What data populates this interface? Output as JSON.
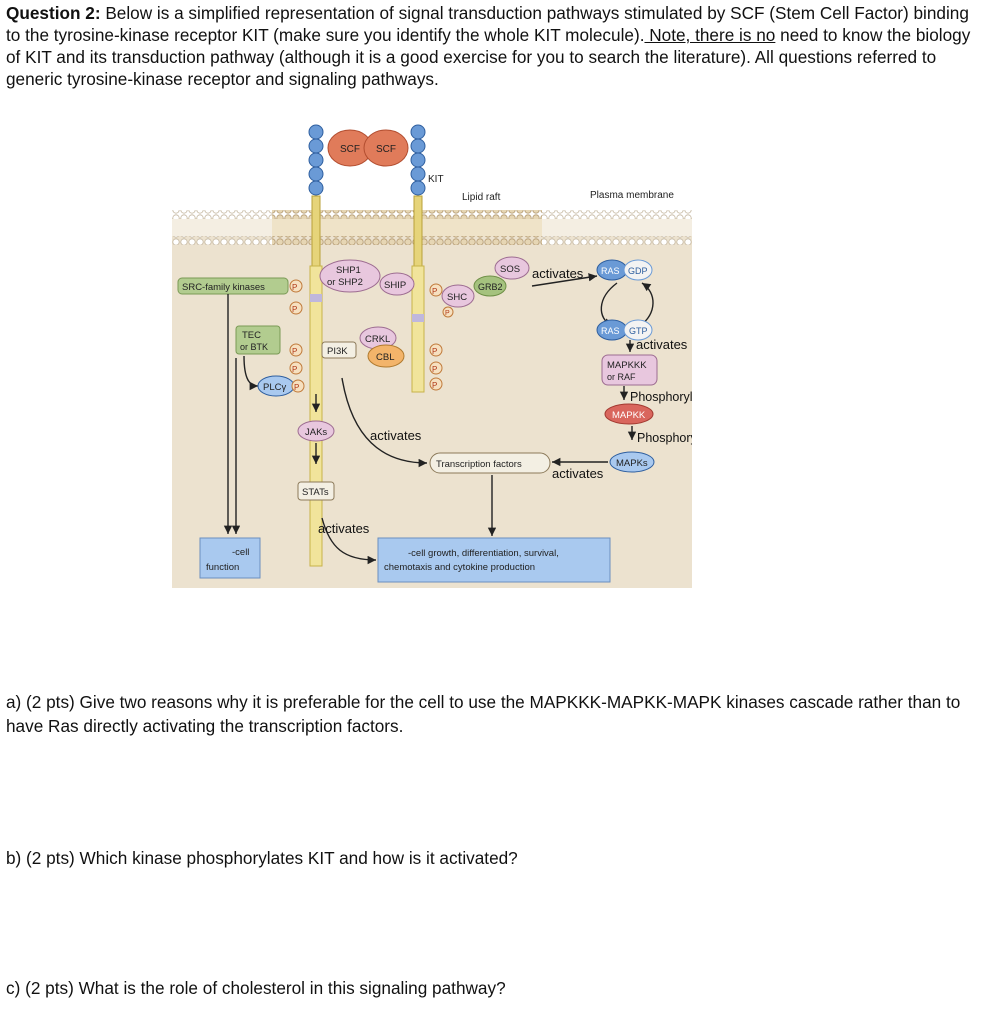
{
  "question": {
    "label": "Question 2:",
    "intro_a": " Below is a simplified representation of signal transduction pathways stimulated by SCF (Stem Cell Factor) binding to the tyrosine-kinase receptor KIT (make sure you identify the whole KIT molecule).",
    "note": " Note, there is no",
    "intro_b": " need to know the biology of KIT and its transduction pathway (although it is a good exercise for you to search the literature). All questions referred to generic tyrosine-kinase receptor and signaling pathways."
  },
  "figure": {
    "labels": {
      "scf_left": "SCF",
      "scf_right": "SCF",
      "kit": "KIT",
      "lipid_raft": "Lipid raft",
      "plasma_membrane": "Plasma membrane",
      "src_family": "SRC-family kinases",
      "p": "P",
      "shp1": "SHP1",
      "or_shp2": "or SHP2",
      "ship": "SHIP",
      "shc": "SHC",
      "sos": "SOS",
      "grb2": "GRB2",
      "ras_gdp_ras": "RAS",
      "gdp": "GDP",
      "ras_gtp_ras": "RAS",
      "gtp": "GTP",
      "tec": "TEC",
      "or_btk": "or BTK",
      "crkl": "CRKL",
      "cbl": "CBL",
      "pi3k": "PI3K",
      "plcy": "PLCγ",
      "jaks": "JAKs",
      "stats": "STATs",
      "mapkkk": "MAPKKK",
      "or_raf": "or RAF",
      "mapkk": "MAPKK",
      "mapks": "MAPKs",
      "transcription_factors": "Transcription factors",
      "cell_function_1": "-cell",
      "cell_function_2": "function",
      "outcome_1": "-cell growth, differentiation, survival,",
      "outcome_2": "chemotaxis and cytokine production"
    },
    "annotations": {
      "activates_sos": "activates",
      "activates_ras": "activates",
      "phosphorylates_1": "Phosphorylates",
      "phosphorylates_2": "Phosphorylates",
      "activates_mapks": "activates",
      "activates_pi3k": "activates",
      "activates_stats": "activates"
    }
  },
  "parts": {
    "a": "a) (2 pts) Give two reasons why it is preferable for the cell to use the MAPKKK-MAPKK-MAPK kinases cascade rather than to have Ras directly activating the transcription factors.",
    "b": "b) (2 pts) Which kinase phosphorylates KIT and how is it activated?",
    "c": "c) (2 pts) What is the role of cholesterol in this signaling pathway?"
  }
}
